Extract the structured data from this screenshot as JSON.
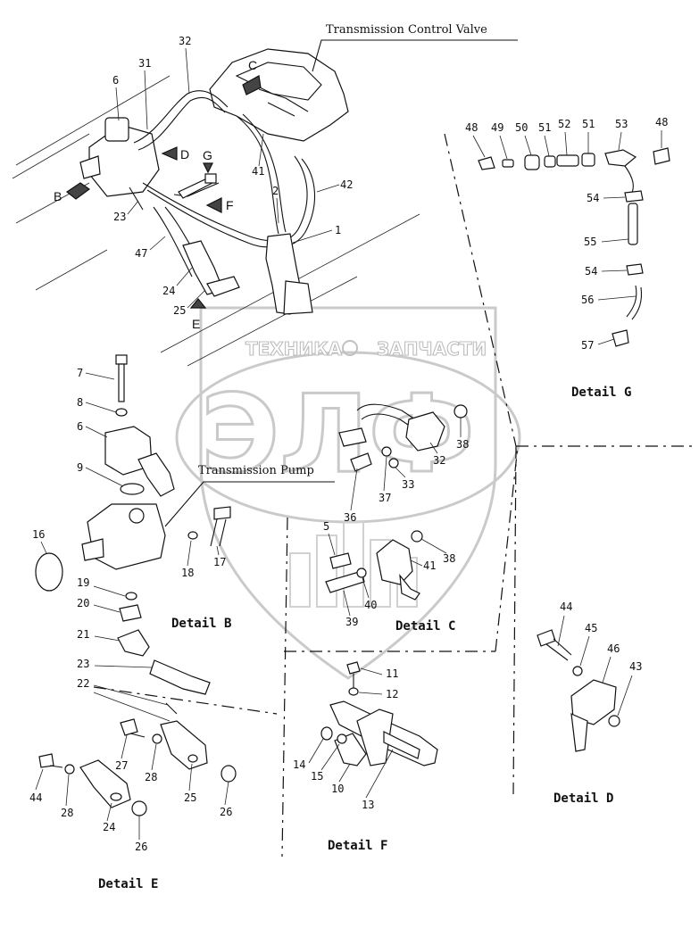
{
  "titles": {
    "transmission_control_valve": "Transmission Control Valve",
    "transmission_pump": "Transmission Pump"
  },
  "details": {
    "b": "Detail B",
    "c": "Detail C",
    "d": "Detail D",
    "e": "Detail E",
    "f": "Detail F",
    "g": "Detail G"
  },
  "view_arrows": {
    "b": "B",
    "c": "C",
    "d": "D",
    "e": "E",
    "f": "F",
    "g": "G"
  },
  "watermark": {
    "brand": "ЭЛФ",
    "left_word": "ТЕХНИКА",
    "right_word": "ЗАПЧАСТИ"
  },
  "callouts": {
    "main": [
      "6",
      "31",
      "32",
      "41",
      "42",
      "2",
      "1",
      "23",
      "47",
      "24",
      "25"
    ],
    "detail_b": [
      "7",
      "8",
      "6",
      "9",
      "16",
      "17",
      "18",
      "19",
      "20",
      "21",
      "23",
      "22"
    ],
    "detail_c": [
      "32",
      "38",
      "33",
      "37",
      "36",
      "5",
      "41",
      "38",
      "39",
      "40"
    ],
    "detail_d": [
      "44",
      "45",
      "46",
      "43"
    ],
    "detail_e": [
      "44",
      "28",
      "24",
      "26",
      "27",
      "28",
      "25",
      "26"
    ],
    "detail_f": [
      "11",
      "12",
      "14",
      "15",
      "10",
      "13"
    ],
    "detail_g": [
      "48",
      "49",
      "50",
      "51",
      "52",
      "51",
      "53",
      "48",
      "54",
      "55",
      "54",
      "56",
      "57"
    ]
  }
}
